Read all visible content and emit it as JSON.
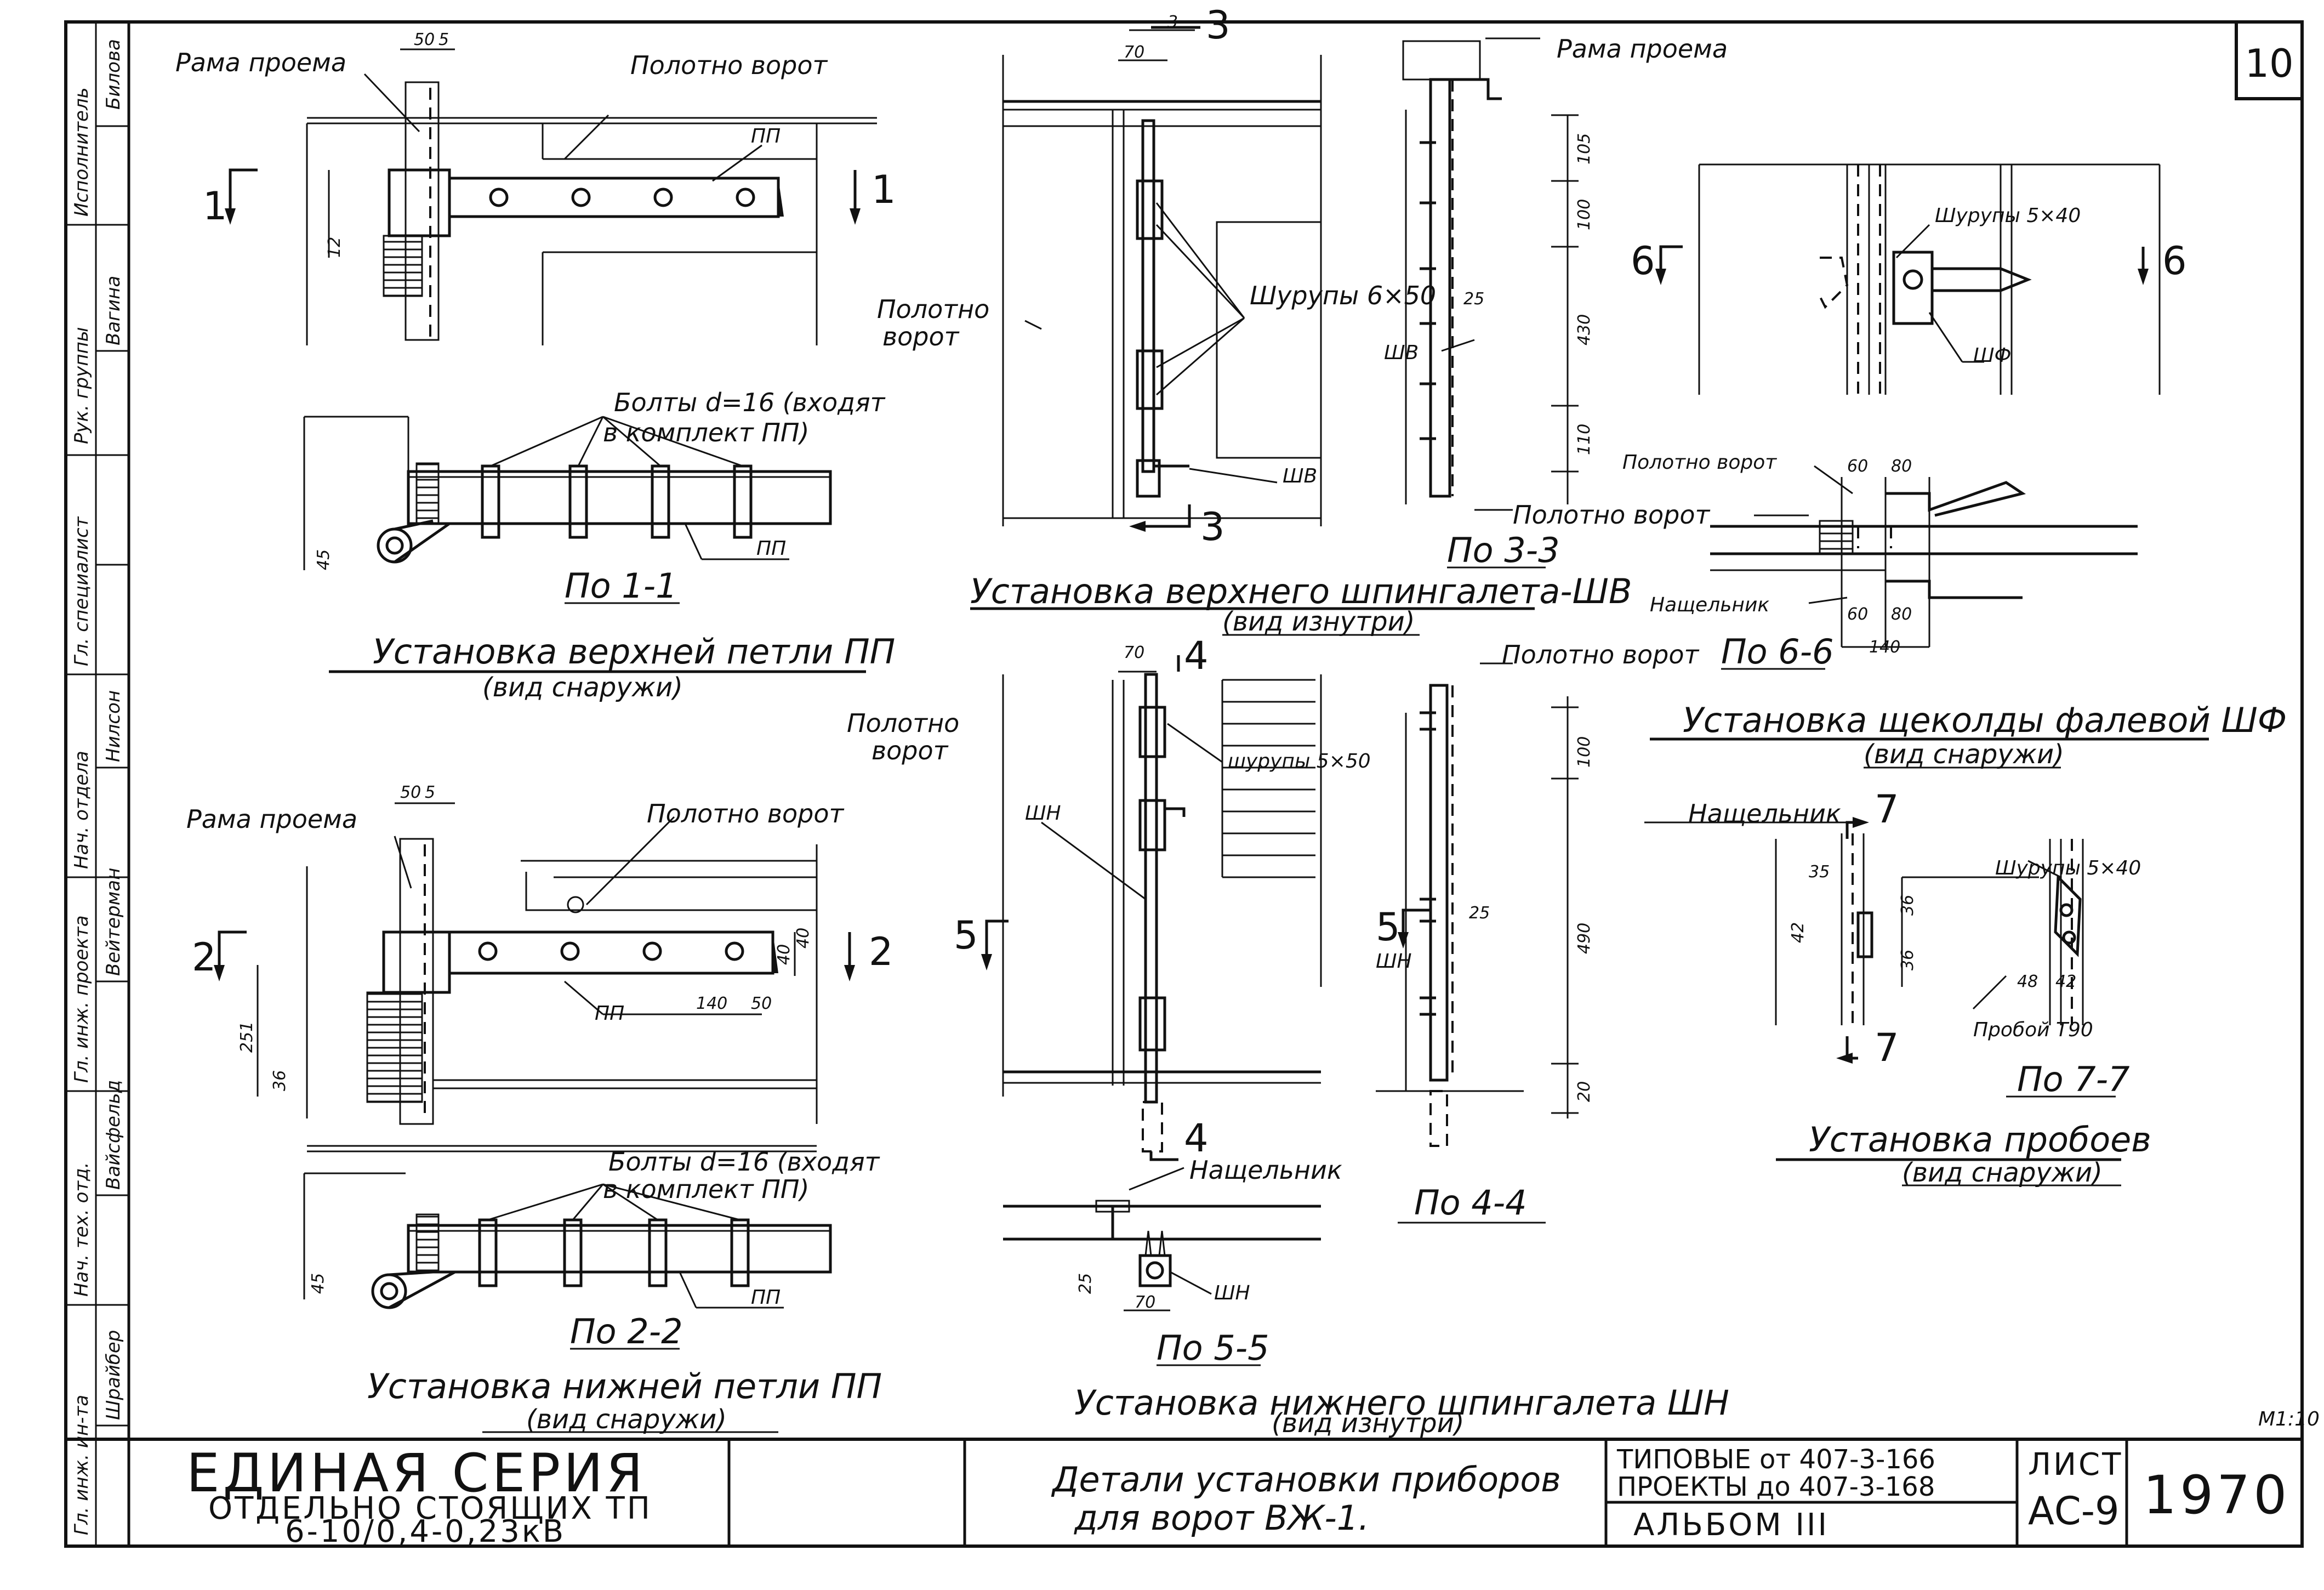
{
  "sheet": {
    "number": "10",
    "scale": "М1:10"
  },
  "views": {
    "v1_upper_hinge": {
      "label_frame": "Рама проема",
      "label_leaf": "Полотно ворот",
      "label_pp": "ПП",
      "dim_50": "50",
      "dim_5": "5",
      "dim_12": "12",
      "section_mark": "1"
    },
    "v1_section": {
      "label_bolts_line1": "Болты d=16 (входят",
      "label_bolts_line2": "в комплект ПП)",
      "label_pp": "ПП",
      "dim_45": "45",
      "title": "По 1-1"
    },
    "v1_caption": {
      "title": "Установка верхней петли ПП",
      "subtitle": "(вид снаружи)"
    },
    "v2_lower_hinge": {
      "label_frame": "Рама проема",
      "label_leaf": "Полотно ворот",
      "label_pp": "ПП",
      "dim_50": "50",
      "dim_5": "5",
      "dim_140": "140",
      "dim_50b": "50",
      "dim_40a": "40",
      "dim_40b": "40",
      "dim_251": "251",
      "dim_36": "36",
      "section_mark": "2"
    },
    "v2_section": {
      "label_bolts_line1": "Болты d=16 (входят",
      "label_bolts_line2": "в комплект ПП)",
      "label_pp": "ПП",
      "dim_45": "45",
      "title": "По 2-2"
    },
    "v2_caption": {
      "title": "Установка нижней петли ПП",
      "subtitle": "(вид снаружи)"
    },
    "v3_upper_bolt": {
      "label_leaf_line1": "Полотно",
      "label_leaf_line2": "ворот",
      "label_screws": "Шурупы 6×50",
      "label_shv": "ШВ",
      "dim_70": "70",
      "dim_3": "3",
      "section_mark": "3"
    },
    "v3_section": {
      "label_frame": "Рама проема",
      "label_leaf": "Полотно ворот",
      "label_shv": "ШВ",
      "dim_105": "105",
      "dim_100": "100",
      "dim_25": "25",
      "dim_430": "430",
      "dim_110": "110",
      "title": "По 3-3"
    },
    "v3_caption": {
      "title": "Установка верхнего шпингалета-ШВ",
      "subtitle": "(вид изнутри)"
    },
    "v4_lower_bolt": {
      "label_leaf_line1": "Полотно",
      "label_leaf_line2": "ворот",
      "label_screws": "шурупы 5×50",
      "label_shn": "ШН",
      "label_strip": "Нащельник",
      "dim_70": "70",
      "section_mark_4": "4",
      "section_mark_5": "5"
    },
    "v4_section44": {
      "label_leaf": "Полотно ворот",
      "label_shn": "ШН",
      "dim_100": "100",
      "dim_25": "25",
      "dim_490": "490",
      "dim_20": "20",
      "title": "По 4-4"
    },
    "v4_section55": {
      "label_shn": "ШН",
      "dim_25": "25",
      "dim_70": "70",
      "title": "По 5-5"
    },
    "v4_caption": {
      "title": "Установка нижнего шпингалета ШН",
      "subtitle": "(вид изнутри)"
    },
    "v6_latch": {
      "label_screws": "Шурупы 5×40",
      "label_shf": "ШФ",
      "section_mark": "6"
    },
    "v6_section": {
      "label_leaf": "Полотно ворот",
      "label_strip": "Нащельник",
      "dim_60a": "60",
      "dim_80a": "80",
      "dim_60b": "60",
      "dim_80b": "80",
      "dim_140": "140",
      "title": "По 6-6"
    },
    "v6_caption": {
      "title": "Установка щеколды фалевой ШФ",
      "subtitle": "(вид снаружи)"
    },
    "v7_staples": {
      "label_strip": "Нащельник",
      "label_screws": "Шурупы 5×40",
      "label_staple": "Пробой Т90",
      "dim_35": "35",
      "dim_42a": "42",
      "dim_36a": "36",
      "dim_36b": "36",
      "dim_48": "48",
      "dim_42b": "42",
      "section_mark": "7",
      "title": "По 7-7"
    },
    "v7_caption": {
      "title": "Установка пробоев",
      "subtitle": "(вид снаружи)"
    }
  },
  "side_stamp": [
    {
      "role": "Исполнитель",
      "name": "Билова"
    },
    {
      "role": "Рук. группы",
      "name": "Вагина"
    },
    {
      "role": "Гл. специалист",
      "name": ""
    },
    {
      "role": "Нач. отдела",
      "name": "Нилсон"
    },
    {
      "role": "Гл. инж. проекта",
      "name": "Вейтерман"
    },
    {
      "role": "Нач. тех. отд.",
      "name": "Вайсфельд"
    },
    {
      "role": "Гл. инж. ин-та",
      "name": "Шрайбер"
    }
  ],
  "title_block": {
    "series_line1": "ЕДИНАЯ СЕРИЯ",
    "series_line2": "ОТДЕЛЬНО СТОЯЩИХ ТП",
    "series_line3": "6-10/0,4-0,23кВ",
    "description_line1": "Детали установки приборов",
    "description_line2": "для ворот ВЖ-1.",
    "projects_line1": "ТИПОВЫЕ от 407-3-166",
    "projects_line2": "ПРОЕКТЫ до 407-3-168",
    "album": "АЛЬБОМ III",
    "sheet_label": "ЛИСТ",
    "sheet_code": "АС-9",
    "year": "1970"
  }
}
